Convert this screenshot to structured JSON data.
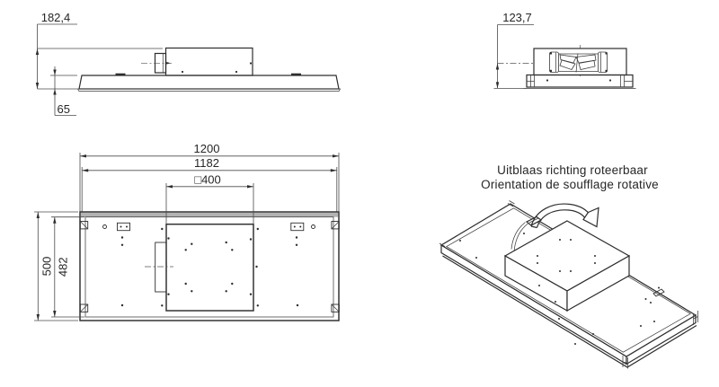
{
  "annotation": {
    "line1": "Uitblaas richting roteerbaar",
    "line2": "Orientation de soufflage rotative"
  },
  "dimensions": {
    "side_view": {
      "overall_height": "182,4",
      "panel_height": "65"
    },
    "end_view": {
      "outlet_center_height": "123,7"
    },
    "plan_view": {
      "overall_width": "1200",
      "mounting_width": "1182",
      "motor_box_square": "□400",
      "overall_depth": "500",
      "mounting_depth": "482"
    }
  },
  "colors": {
    "line": "#2d2d2d",
    "panel_edge_fill": "#b3b3b3",
    "background": "#ffffff"
  }
}
